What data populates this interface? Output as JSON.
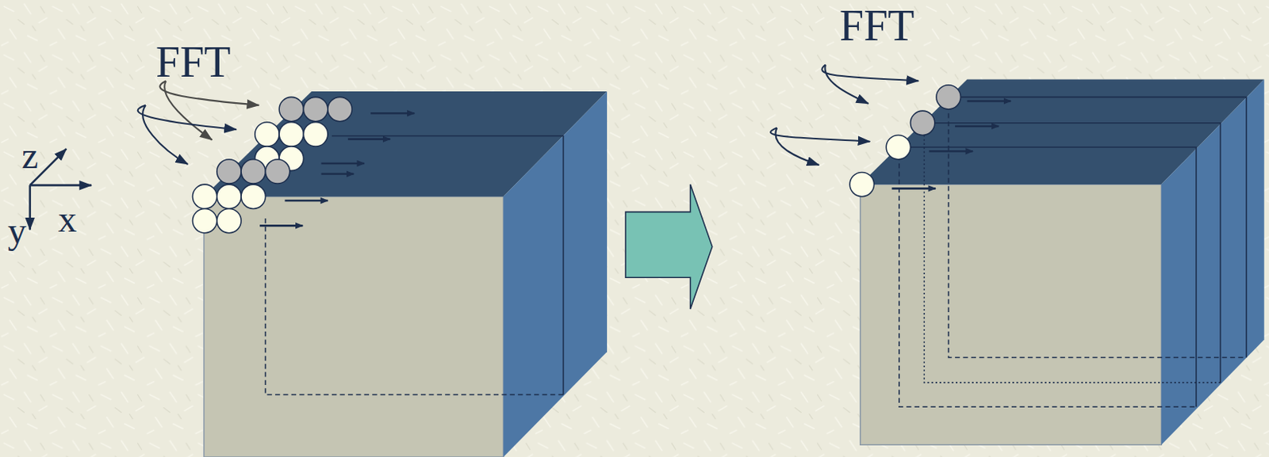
{
  "diagram": {
    "labels": [
      "FFT",
      "z",
      "x",
      "y",
      "FFT"
    ]
  }
}
